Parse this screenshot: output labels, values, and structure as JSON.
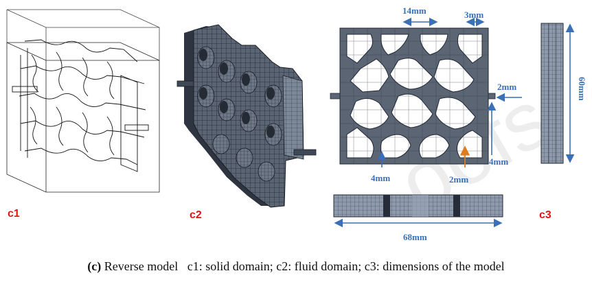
{
  "panels": {
    "c1": "c1",
    "c2": "c2",
    "c3": "c3"
  },
  "dimensions": {
    "d14": "14mm",
    "d3": "3mm",
    "d2_right": "2mm",
    "d60": "60mm",
    "d4_right": "4mm",
    "d4_bottom": "4mm",
    "d2_bottom": "2mm",
    "d68": "68mm"
  },
  "caption": {
    "tag": "(c)",
    "text": " Reverse model   c1: solid domain; c2: fluid domain; c3: dimensions of the model"
  },
  "watermark": "oofs",
  "colors": {
    "label_red": "#e01515",
    "dimension_blue": "#3b6fb6",
    "arrow_orange": "#e07a1a",
    "mesh_dark": "#3a4250"
  }
}
